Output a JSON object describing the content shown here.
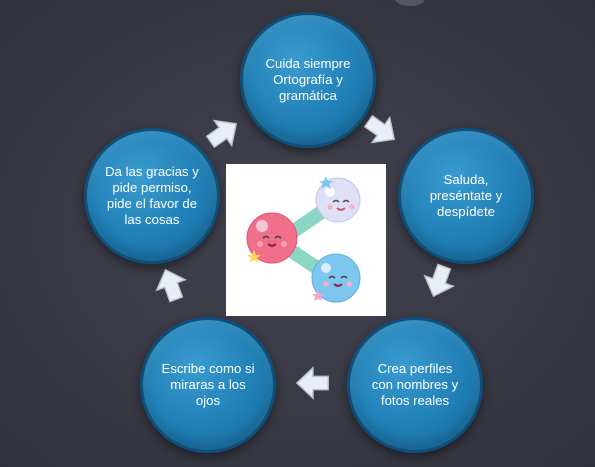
{
  "nodes": {
    "top": "Cuida siempre Ortografía y gramática",
    "right": "Saluda, preséntate y despídete",
    "bottom_right": "Crea perfiles con nombres y fotos reales",
    "bottom_left": "Escribe como si miraras a los ojos",
    "left": "Da las gracias y pide permiso, pide el favor de las cosas"
  },
  "center_image": {
    "icon": "share-icon",
    "colors": {
      "pink": "#f06f8a",
      "lavender": "#dfe0f6",
      "blue": "#7cc6ef",
      "connector": "#8cd7c4"
    }
  },
  "colors": {
    "background": "#3a3b47",
    "node_fill": "#1f7fb6",
    "node_border": "#0f4f7a",
    "arrow_fill": "#e9eef4"
  }
}
